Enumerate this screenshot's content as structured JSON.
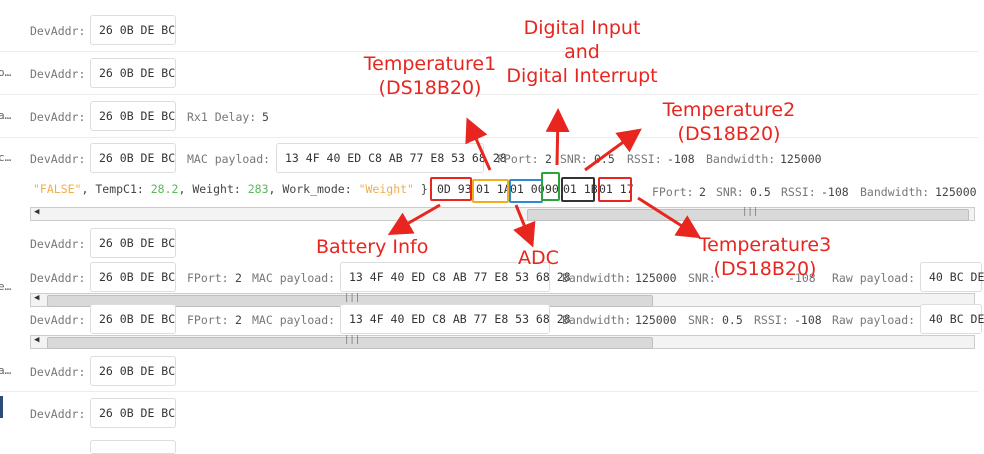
{
  "rows": {
    "devaddr_label": "DevAddr:",
    "devaddr_value": "26 0B DE BC",
    "rx1_label": "Rx1 Delay:",
    "rx1_value": "5",
    "mac_label": "MAC payload:",
    "mac_value": "13 4F 40 ED C8 AB 77 E8 53 68 28",
    "fport_label": "FPort:",
    "fport_value": "2",
    "snr_label": "SNR:",
    "snr_value": "0.5",
    "rssi_label": "RSSI:",
    "rssi_value": "-108",
    "bw_label": "Bandwidth:",
    "bw_value": "125000",
    "raw_label": "Raw payload:",
    "raw_value": "40 BC DE",
    "cut_prefixes": [
      "o…",
      "a…",
      "c…",
      "e…",
      "a…"
    ]
  },
  "decoded": {
    "false_str": "\"FALSE\"",
    "comma1": ",",
    "tempc1_key": "TempC1:",
    "tempc1_val": "28.2",
    "comma2": ",",
    "weight_key": "Weight:",
    "weight_val": "283",
    "comma3": ",",
    "workmode_key": "Work_mode:",
    "workmode_val": "\"Weight\"",
    "brace": "}",
    "bytes": [
      "0D 93",
      "01 1A",
      "01 00",
      "90",
      "01 1B",
      "01 17"
    ]
  },
  "annotations": {
    "temperature1": "Temperature1\n(DS18B20)",
    "digital": "Digital Input\nand\nDigital Interrupt",
    "temperature2": "Temperature2\n(DS18B20)",
    "battery": "Battery Info",
    "adc": "ADC",
    "temperature3": "Temperature3\n(DS18B20)"
  },
  "colors": {
    "red": "#e8251e",
    "orange": "#f0ad1e",
    "blue": "#2a8bd8",
    "green": "#2aa43a",
    "black": "#333333",
    "string": "#f0ad4e",
    "number": "#5cb85c"
  },
  "icons": [
    "scroll-left-icon",
    "scroll-right-icon",
    "scroll-grip-icon"
  ]
}
